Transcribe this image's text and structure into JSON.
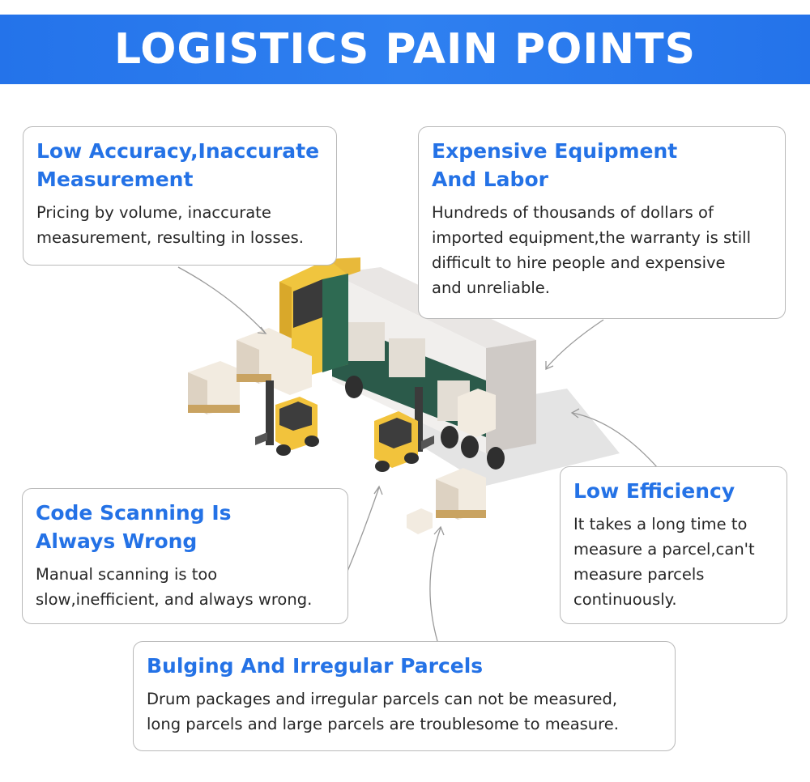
{
  "header": {
    "title": "LOGISTICS PAIN POINTS"
  },
  "colors": {
    "banner": "#2473ea",
    "heading": "#2472e6",
    "text": "#262626"
  },
  "pain_points": [
    {
      "title_l1": "Low Accuracy,Inaccurate",
      "title_l2": "Measurement",
      "text_l1": "Pricing by volume, inaccurate",
      "text_l2": "measurement, resulting in losses."
    },
    {
      "title_l1": "Expensive Equipment",
      "title_l2": "And Labor",
      "text_l1": "Hundreds of thousands of dollars of",
      "text_l2": "imported equipment,the warranty is still",
      "text_l3": "difficult to hire people and expensive",
      "text_l4": "and unreliable."
    },
    {
      "title_l1": "Code Scanning Is",
      "title_l2": "Always Wrong",
      "text_l1": "Manual scanning is too",
      "text_l2": "slow,inefficient, and always wrong."
    },
    {
      "title_l1": "Low Efficiency",
      "text_l1": "It takes a long time to",
      "text_l2": "measure a parcel,can't",
      "text_l3": "measure parcels",
      "text_l4": "continuously."
    },
    {
      "title_l1": "Bulging And Irregular Parcels",
      "text_l1": "Drum packages and irregular parcels can not be measured,",
      "text_l2": "long parcels and large parcels are troublesome to measure."
    }
  ]
}
